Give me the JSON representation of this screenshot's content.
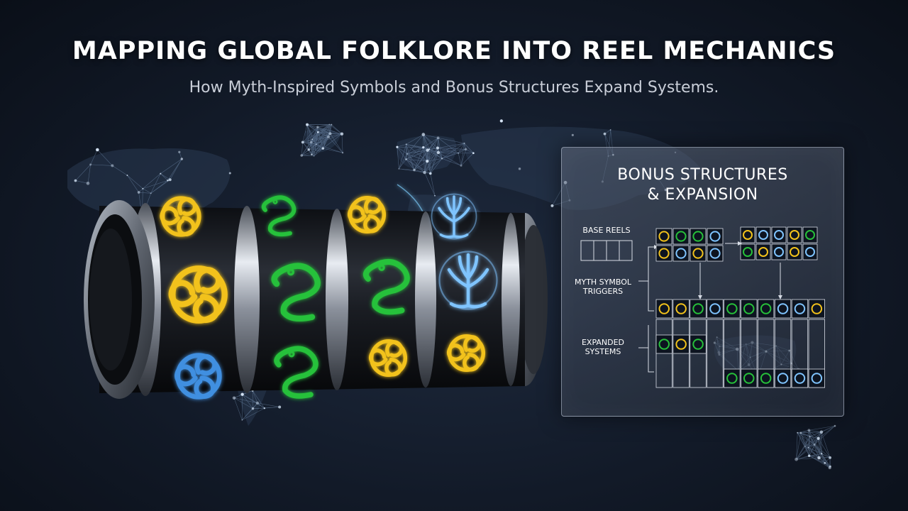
{
  "title": "MAPPING GLOBAL FOLKLORE INTO REEL MECHANICS",
  "subtitle": "How Myth-Inspired Symbols and Bonus Structures Expand Systems.",
  "panel": {
    "title_line1": "BONUS STRUCTURES",
    "title_line2": "& EXPANSION",
    "base_reels_label": "BASE REELS",
    "myth_line1": "MYTH SYMBOL",
    "myth_line2": "TRIGGERS",
    "expanded_line1": "EXPANDED",
    "expanded_line2": "SYSTEMS"
  },
  "colors": {
    "triskelion_gold": "#f2c21b",
    "triskelion_blue": "#3f8fe0",
    "serpent_green": "#27c13a",
    "tree_blue": "#7fc4ff",
    "map_glow": "#cfe3ff"
  },
  "icons": {
    "gold": "triskelion-icon",
    "green": "serpent-dragon-icon",
    "blue": "tree-of-life-icon"
  }
}
